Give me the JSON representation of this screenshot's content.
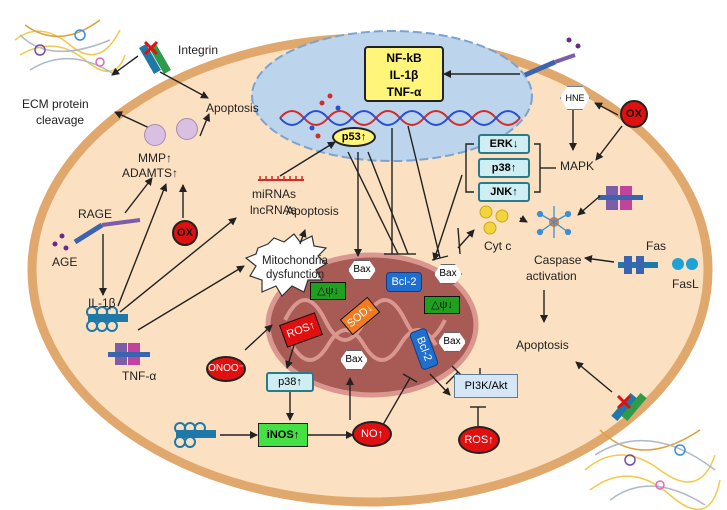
{
  "labels": {
    "integrin": "Integrin",
    "apoptosis_top": "Apoptosis",
    "ecm_line1": "ECM protein",
    "ecm_line2": "cleavage",
    "mmp": "MMP↑",
    "adamts": "ADAMTS↑",
    "rage": "RAGE",
    "age": "AGE",
    "il1b_receptor": "IL-1β",
    "tnfa_receptor": "TNF-α",
    "mirnas": "miRNAs",
    "lncrnas": "lncRNAs",
    "apoptosis_center": "Apoptosis",
    "mito_line1": "Mitochondria",
    "mito_line2": "dysfunction",
    "nfkb": "NF-kB",
    "il1b_nucleus": "IL-1β",
    "tnfa_nucleus": "TNF-α",
    "p53": "p53↑",
    "erk": "ERK↓",
    "p38_mapk": "p38↑",
    "jnk": "JNK↑",
    "mapk": "MAPK",
    "hne": "HNE",
    "ox_right": "OX",
    "ox_left": "OX",
    "cytc": "Cyt c",
    "caspase_line1": "Caspase",
    "caspase_line2": "activation",
    "fas": "Fas",
    "fasl": "FasL",
    "apoptosis_right": "Apoptosis",
    "bax_top": "Bax",
    "bcl2_top": "Bcl-2",
    "bax_right": "Bax",
    "dpsi_left": "△ψ↓",
    "dpsi_right": "△ψ↓",
    "ros_mito": "ROS↑",
    "sod": "SOD↓",
    "bax_lower": "Bax",
    "bax_mid": "Bax",
    "bcl2_lower": "Bcl-2",
    "pi3k": "PI3K/Akt",
    "onoo": "ONOO⁻",
    "p38_lower": "p38↑",
    "inos": "iNOS↑",
    "no": "NO↑",
    "ros_bottom": "ROS↑"
  },
  "colors": {
    "cell_fill": "#fbe1c2",
    "cell_border": "#e0a86c",
    "nucleus_fill": "#bcd4ec",
    "mito_fill": "#a85a55",
    "yellow_box": "#fff57a",
    "ox_red": "#e01010",
    "bcl2_blue": "#1f6fd1",
    "inos_green": "#44e044",
    "dpsi_green": "#1fa01f",
    "sod_orange": "#f07b20",
    "mapk_box": "#cfeef4",
    "pi3k_box": "#d5e6f6"
  }
}
